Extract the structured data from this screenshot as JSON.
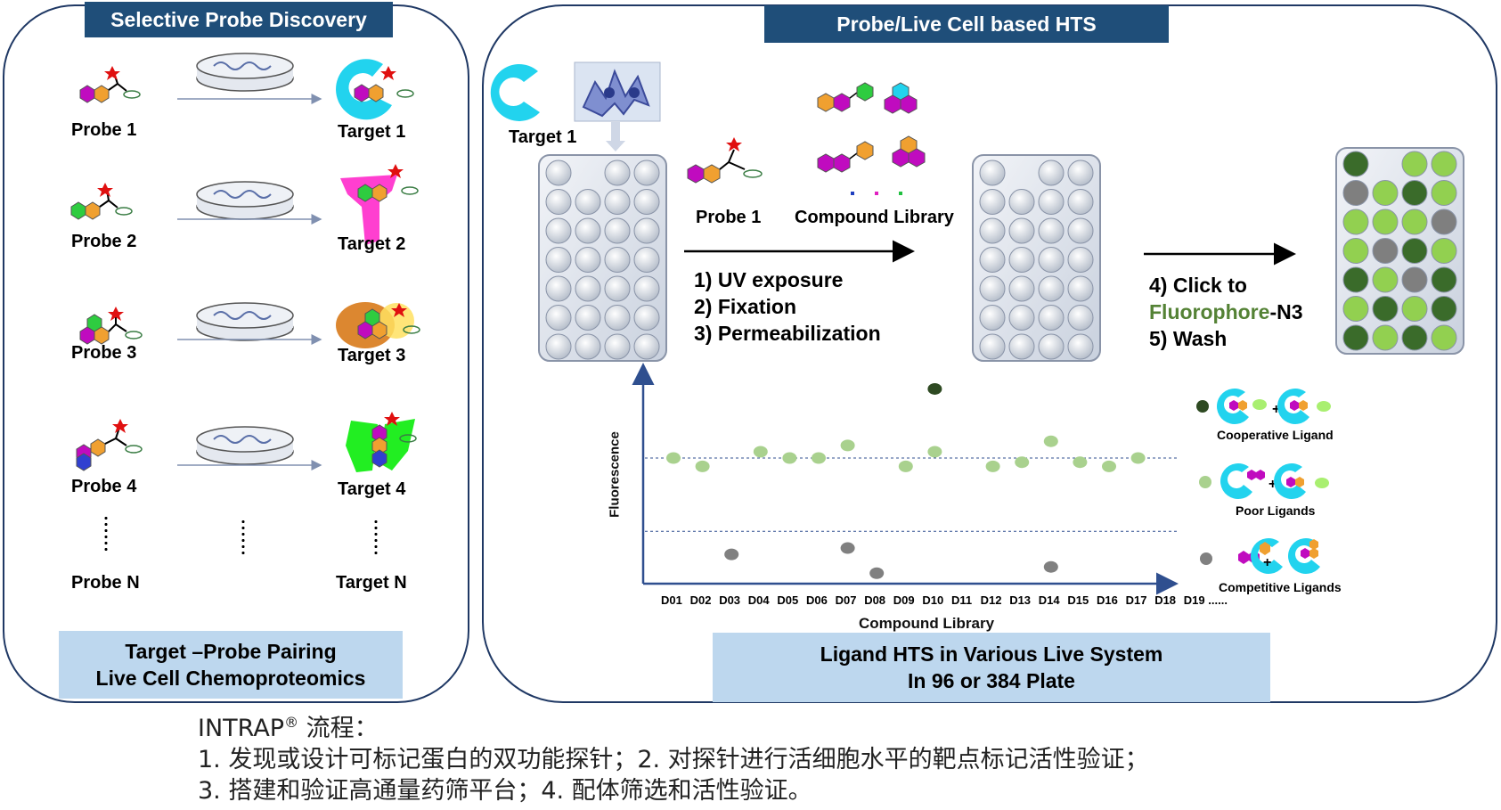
{
  "left_panel": {
    "title": "Selective Probe Discovery",
    "rows": [
      {
        "probe": "Probe 1",
        "target": "Target 1"
      },
      {
        "probe": "Probe 2",
        "target": "Target 2"
      },
      {
        "probe": "Probe 3",
        "target": "Target 3"
      },
      {
        "probe": "Probe 4",
        "target": "Target 4"
      }
    ],
    "probe_n": "Probe N",
    "target_n": "Target N",
    "bottom_line1": "Target –Probe Pairing",
    "bottom_line2": "Live Cell Chemoproteomics"
  },
  "right_panel": {
    "title": "Probe/Live Cell based HTS",
    "target_label": "Target 1",
    "probe_label": "Probe 1",
    "library_label": "Compound Library",
    "steps_a": [
      "1)  UV exposure",
      "2)  Fixation",
      "3)  Permeabilization"
    ],
    "step4_prefix": "4) Click to",
    "step4_fluor": "Fluorophore",
    "step4_suffix": "-N3",
    "step5": "5) Wash",
    "bottom_line1": "Ligand HTS in Various Live System",
    "bottom_line2": "In 96 or 384 Plate"
  },
  "chart_data": {
    "type": "scatter",
    "ylabel": "Fluorescence",
    "xlabel": "Compound Library",
    "categories": [
      "D01",
      "D02",
      "D03",
      "D04",
      "D05",
      "D06",
      "D07",
      "D08",
      "D09",
      "D10",
      "D11",
      "D12",
      "D13",
      "D14",
      "D15",
      "D16",
      "D17",
      "D18",
      "D19 ......"
    ],
    "series": [
      {
        "name": "Cooperative Ligand",
        "color": "#2e4a22",
        "points": [
          {
            "x": 10,
            "y": 0.93
          }
        ]
      },
      {
        "name": "Poor Ligands",
        "color": "#a9d18e",
        "points": [
          {
            "x": 1,
            "y": 0.6
          },
          {
            "x": 2,
            "y": 0.56
          },
          {
            "x": 4,
            "y": 0.63
          },
          {
            "x": 5,
            "y": 0.6
          },
          {
            "x": 6,
            "y": 0.6
          },
          {
            "x": 7,
            "y": 0.66
          },
          {
            "x": 9,
            "y": 0.56
          },
          {
            "x": 10,
            "y": 0.63
          },
          {
            "x": 12,
            "y": 0.56
          },
          {
            "x": 13,
            "y": 0.58
          },
          {
            "x": 14,
            "y": 0.68
          },
          {
            "x": 15,
            "y": 0.58
          },
          {
            "x": 16,
            "y": 0.56
          },
          {
            "x": 17,
            "y": 0.6
          }
        ]
      },
      {
        "name": "Competitive Ligands",
        "color": "#808080",
        "points": [
          {
            "x": 3,
            "y": 0.14
          },
          {
            "x": 7,
            "y": 0.17
          },
          {
            "x": 8,
            "y": 0.05
          },
          {
            "x": 14,
            "y": 0.08
          }
        ]
      }
    ],
    "thresholds": [
      0.6,
      0.25
    ],
    "ylim": [
      0,
      1
    ]
  },
  "caption": {
    "line1_brand": "INTRAP",
    "line1_mark": "®",
    "line1_rest": " 流程：",
    "line2": "1. 发现或设计可标记蛋白的双功能探针；2. 对探针进行活细胞水平的靶点标记活性验证；",
    "line3": "3. 搭建和验证高通量药筛平台；4. 配体筛选和活性验证。"
  }
}
